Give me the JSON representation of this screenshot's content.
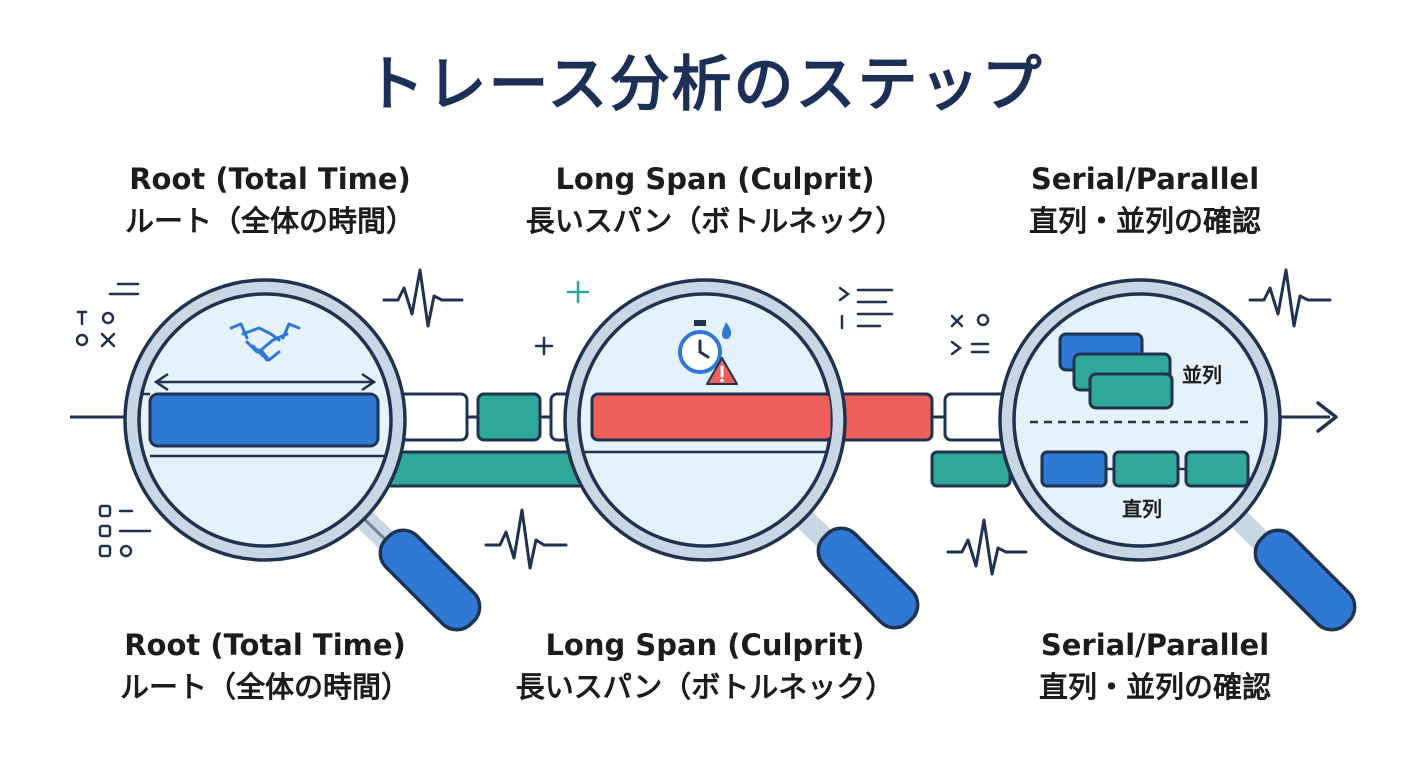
{
  "title": "トレース分析のステップ",
  "steps": [
    {
      "en": "Root (Total Time)",
      "ja": "ルート（全体の時間）"
    },
    {
      "en": "Long Span (Culprit)",
      "ja": "長いスパン（ボトルネック）"
    },
    {
      "en": "Serial/Parallel",
      "ja": "直列・並列の確認"
    }
  ],
  "lens_labels": {
    "parallel": "並列",
    "serial": "直列"
  },
  "icons": [
    "handshake-icon",
    "stopwatch-icon",
    "warning-icon",
    "waveform-icon",
    "list-icon",
    "symbols-icon"
  ],
  "colors": {
    "title": "#1b2f57",
    "blue": "#2f78d4",
    "teal": "#2fa89a",
    "red": "#ee5e5b",
    "outline": "#1f3350",
    "lens_fill": "#e6f2fb",
    "ring": "#c9d6e4"
  }
}
